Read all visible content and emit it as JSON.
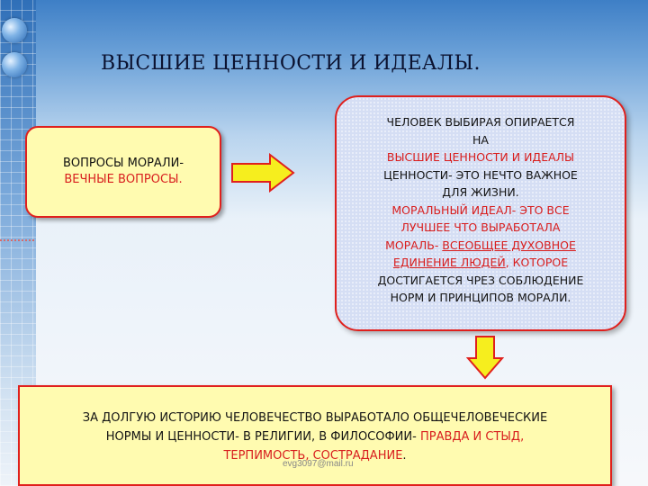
{
  "slide": {
    "title": "ВЫСШИЕ ЦЕННОСТИ И ИДЕАЛЫ.",
    "left_box": {
      "line1": "ВОПРОСЫ МОРАЛИ-",
      "line2": "ВЕЧНЫЕ ВОПРОСЫ."
    },
    "right_box": {
      "l1": "ЧЕЛОВЕК ВЫБИРАЯ ОПИРАЕТСЯ",
      "l2": "НА",
      "l3": "ВЫСШИЕ ЦЕННОСТИ И ИДЕАЛЫ",
      "l4": "ЦЕННОСТИ- ЭТО НЕЧТО ВАЖНОЕ",
      "l5": "ДЛЯ ЖИЗНИ.",
      "l6": "МОРАЛЬНЫЙ ИДЕАЛ- ЭТО ВСЕ",
      "l7": "ЛУЧШЕЕ ЧТО ВЫРАБОТАЛА",
      "l8a": "МОРАЛЬ- ",
      "l8b": "ВСЕОБЩЕЕ ДУХОВНОЕ",
      "l9a": "ЕДИНЕНИЕ ЛЮДЕЙ",
      "l9b": ", КОТОРОЕ",
      "l10": "ДОСТИГАЕТСЯ ЧРЕЗ СОБЛЮДЕНИЕ",
      "l11": "НОРМ И ПРИНЦИПОВ МОРАЛИ."
    },
    "bottom_box": {
      "l1": "ЗА ДОЛГУЮ ИСТОРИЮ ЧЕЛОВЕЧЕСТВО ВЫРАБОТАЛО ОБЩЕЧЕЛОВЕЧЕСКИЕ",
      "l2a": "НОРМЫ И ЦЕННОСТИ- В РЕЛИГИИ, В ФИЛОСОФИИ- ",
      "l2b": "ПРАВДА И СТЫД,",
      "l3a": "ТЕРПИМОСТЬ, СОСТРАДАНИЕ",
      "l3b": "."
    },
    "watermark": "evg3097@mail.ru"
  },
  "colors": {
    "accent_red": "#d81e1e",
    "box_yellow": "#fffbb0",
    "arrow_yellow": "#f6ee1e"
  }
}
